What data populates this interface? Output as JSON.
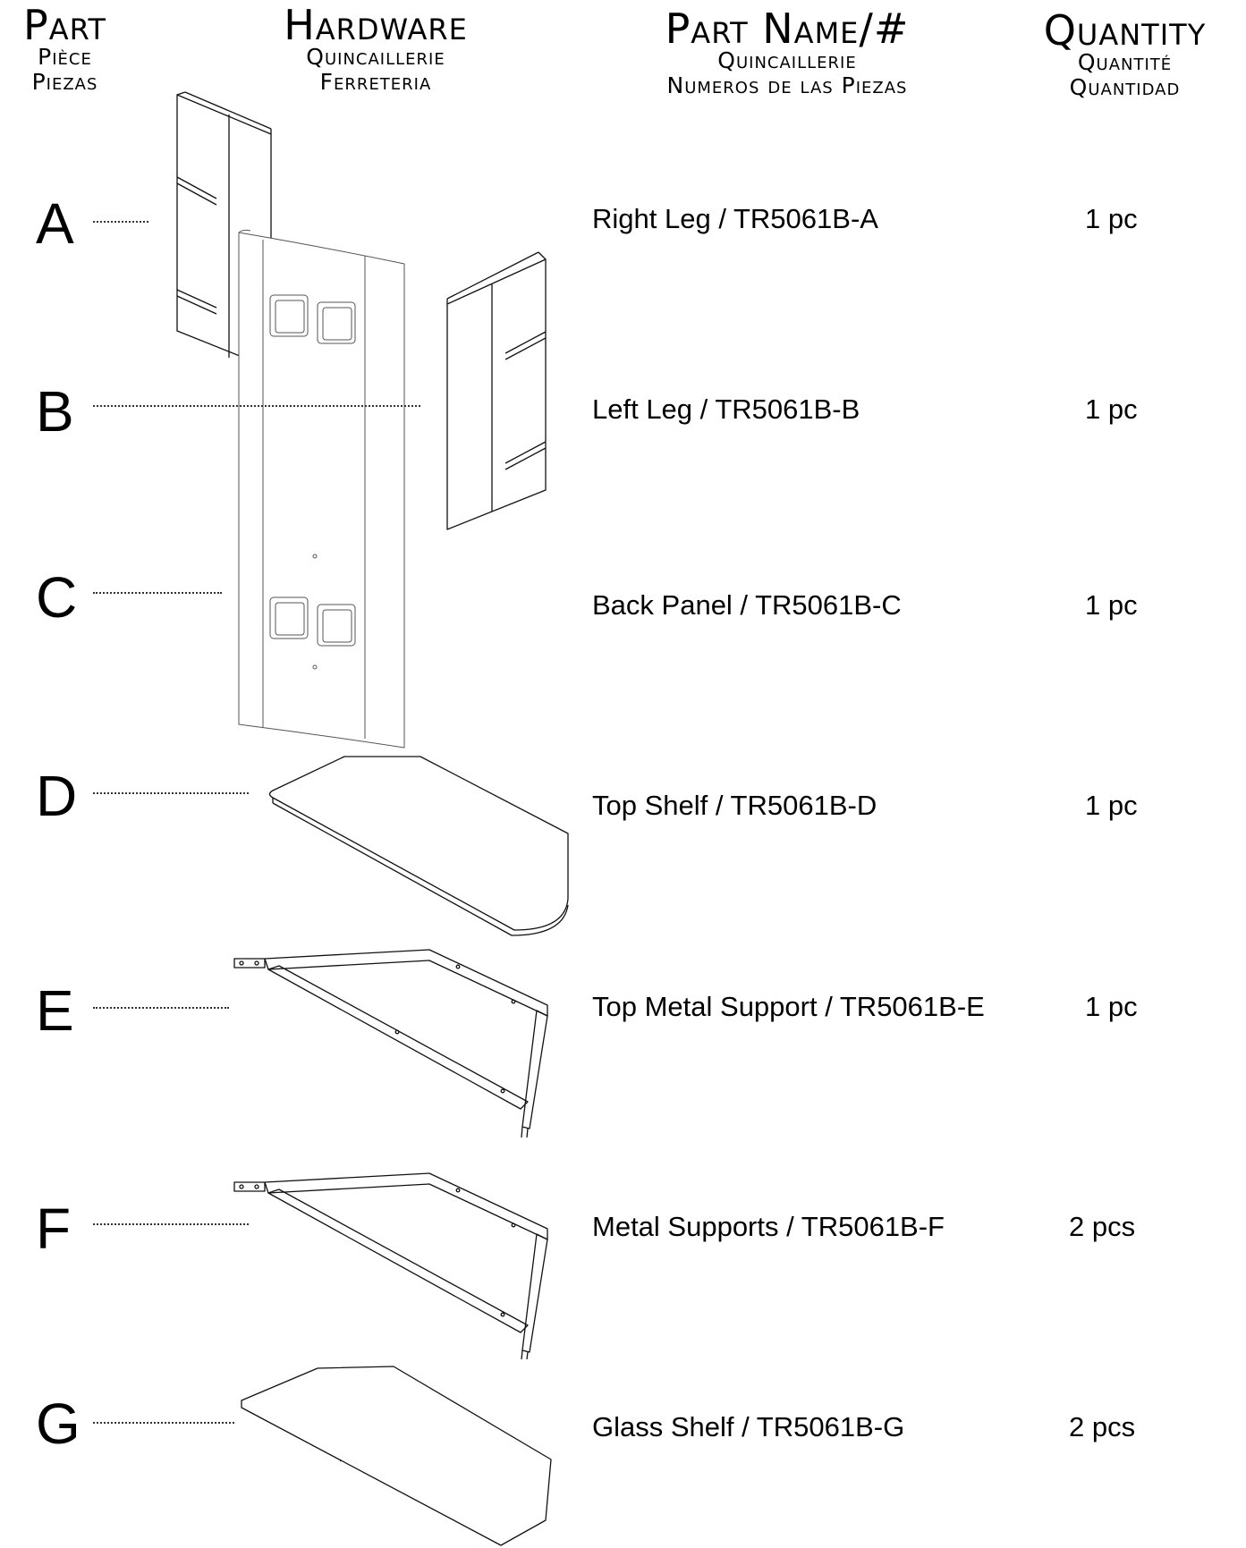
{
  "headers": {
    "part": {
      "main": "Part",
      "sub1": "Pièce",
      "sub2": "Piezas"
    },
    "hardware": {
      "main": "Hardware",
      "sub1": "Quincaillerie",
      "sub2": "Ferreteria"
    },
    "part_name": {
      "main": "Part Name/#",
      "sub1": "Quincaillerie",
      "sub2": "Numeros de las Piezas"
    },
    "quantity": {
      "main": "Quantity",
      "sub1": "Quantité",
      "sub2": "Quantidad"
    }
  },
  "parts": [
    {
      "letter": "A",
      "name": "Right Leg / TR5061B-A",
      "quantity": "1 pc"
    },
    {
      "letter": "B",
      "name": "Left Leg / TR5061B-B",
      "quantity": "1 pc"
    },
    {
      "letter": "C",
      "name": "Back Panel / TR5061B-C",
      "quantity": "1 pc"
    },
    {
      "letter": "D",
      "name": "Top Shelf / TR5061B-D",
      "quantity": "1 pc"
    },
    {
      "letter": "E",
      "name": "Top Metal Support / TR5061B-E",
      "quantity": "1 pc"
    },
    {
      "letter": "F",
      "name": "Metal Supports / TR5061B-F",
      "quantity": "2 pcs"
    },
    {
      "letter": "G",
      "name": "Glass Shelf / TR5061B-G",
      "quantity": "2 pcs"
    }
  ]
}
